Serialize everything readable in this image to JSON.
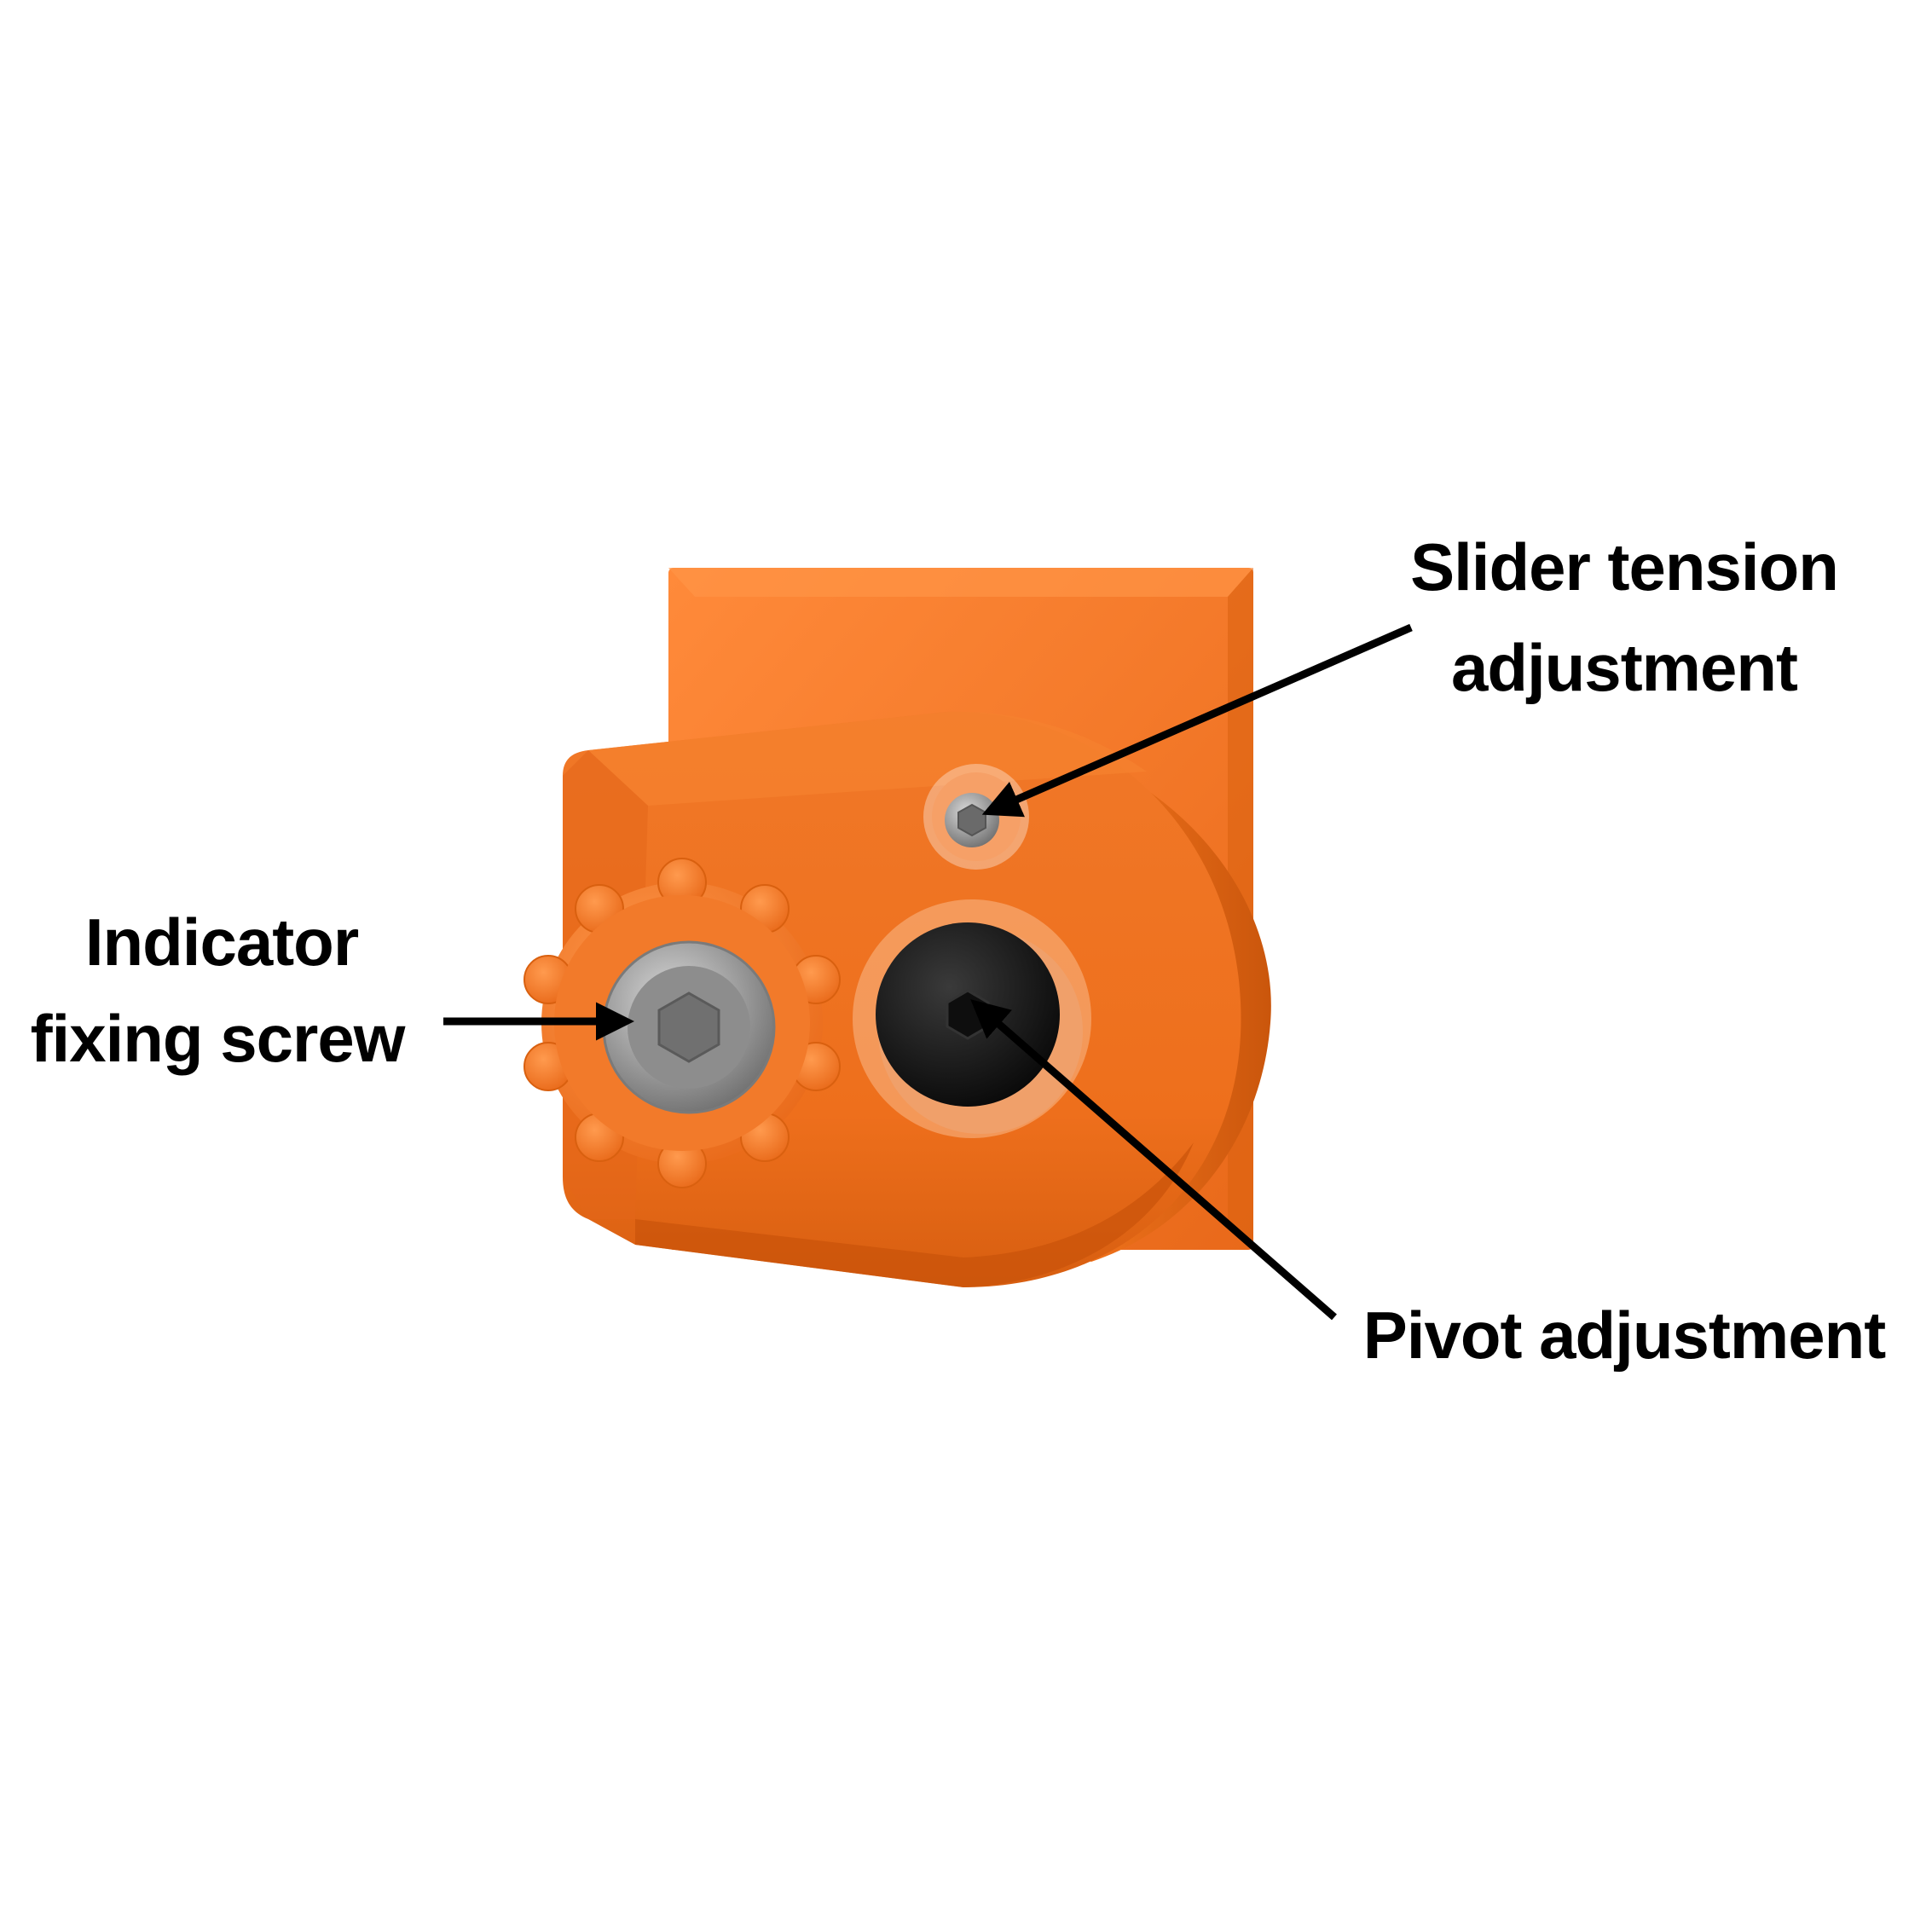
{
  "callouts": {
    "slider_tension": {
      "line1": "Slider tension",
      "line2": "adjustment"
    },
    "indicator_screw": {
      "line1": "Indicator",
      "line2": "fixing screw"
    },
    "pivot": {
      "line1": "Pivot adjustment"
    }
  },
  "colors": {
    "background": "#ffffff",
    "part_orange": "#f27421",
    "part_orange_dark": "#c9520a",
    "part_orange_light": "#ff8a3a",
    "screw_steel": "#8c8c8c",
    "screw_black": "#1a1a1a",
    "arrow": "#000000",
    "text": "#000000"
  },
  "icons": {
    "indicator_knob": "knurled-knob-icon",
    "indicator_screw": "socket-head-screw-icon",
    "slider_screw": "set-screw-icon",
    "pivot_screw": "button-head-screw-icon"
  }
}
